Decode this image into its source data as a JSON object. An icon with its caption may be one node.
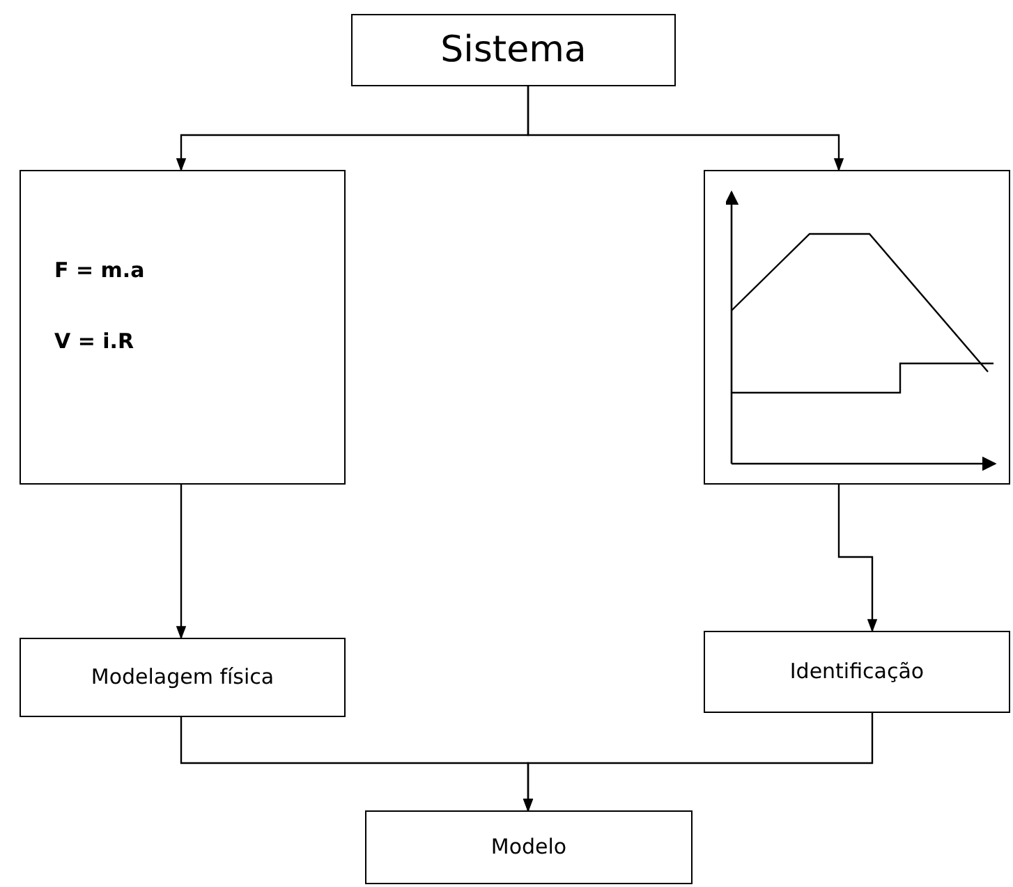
{
  "diagram": {
    "nodes": [
      {
        "text": [
          "Sistema"
        ]
      },
      {
        "text": [
          "F = m.a",
          "V = i.R"
        ]
      },
      {
        "text": [],
        "shape": "box"
      },
      {
        "text": [
          "Modelagem física"
        ]
      },
      {
        "text": [
          "Identificação"
        ]
      },
      {
        "text": [
          "Modelo"
        ]
      }
    ],
    "edges": [
      {
        "from": 0,
        "to": 1,
        "arrow": "to"
      },
      {
        "from": 0,
        "to": 2,
        "arrow": "to"
      },
      {
        "from": 1,
        "to": 3,
        "arrow": "to"
      },
      {
        "from": 2,
        "to": 4,
        "arrow": "to"
      },
      {
        "from": 3,
        "to": 5,
        "arrow": "to"
      },
      {
        "from": 4,
        "to": 5,
        "arrow": "to"
      }
    ]
  }
}
